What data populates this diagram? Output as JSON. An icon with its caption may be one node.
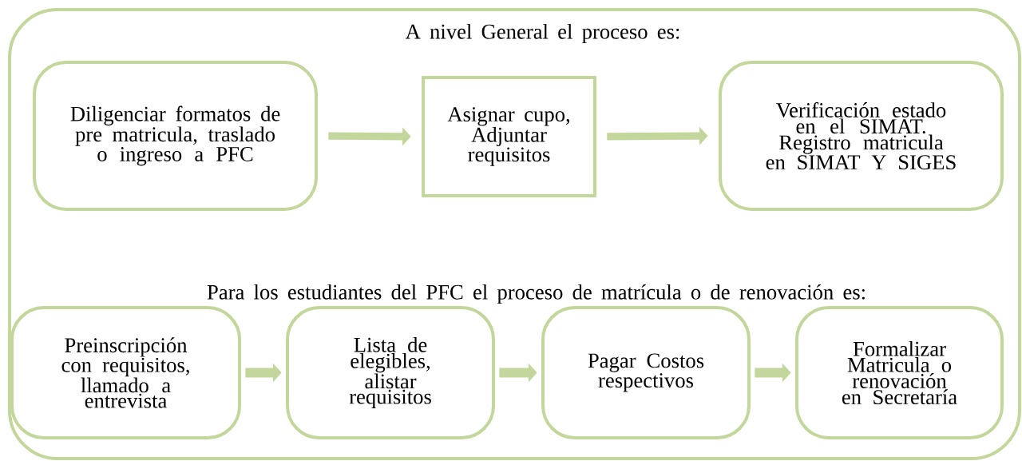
{
  "diagram": {
    "nodes": [
      {
        "text": [
          "A nivel General el proceso es:",
          "Para los estudiantes del  PFC el proceso de matrícula o de renovación es:"
        ]
      },
      {
        "text": [
          "Diligenciar formatos de  pre matricula, traslado o ingreso a PFC"
        ],
        "in": 0
      },
      {
        "text": [
          "Asignar cupo, Adjuntar requisitos"
        ],
        "in": 0
      },
      {
        "text": [
          "Verificación estado en el SIMAT.  Registro matricula en SIMAT Y SIGES"
        ],
        "in": 0
      },
      {
        "text": [
          "Preinscripción con requisitos, llamado a entrevista"
        ],
        "in": 0
      },
      {
        "text": [
          "Lista de elegibles, alistar requisitos"
        ],
        "in": 0
      },
      {
        "text": [
          "Pagar Costos respectivos"
        ],
        "in": 0
      },
      {
        "text": [
          "Formalizar Matricula o renovación en Secretaría"
        ],
        "in": 0
      }
    ],
    "edges": [
      {
        "from": 1,
        "to": 2,
        "arrow": "to"
      },
      {
        "from": 2,
        "to": 3,
        "arrow": "to"
      },
      {
        "from": 4,
        "to": 5,
        "arrow": "to"
      },
      {
        "from": 5,
        "to": 6,
        "arrow": "to"
      },
      {
        "from": 6,
        "to": 7,
        "arrow": "to"
      }
    ]
  }
}
